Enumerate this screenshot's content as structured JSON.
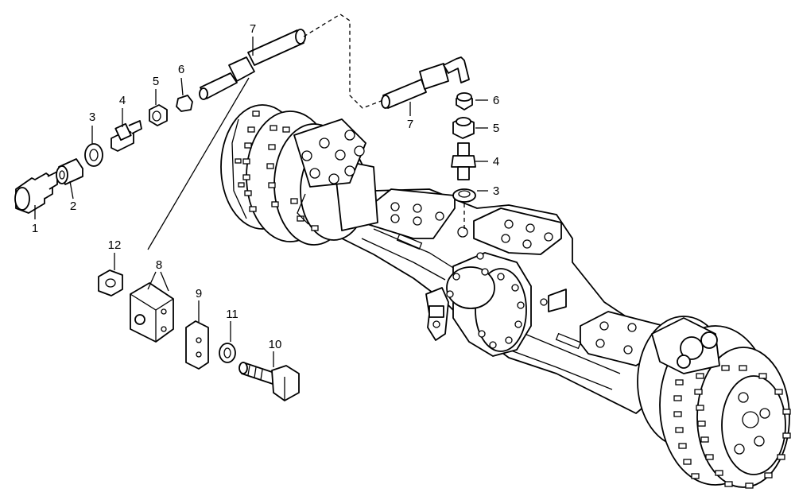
{
  "callouts": {
    "c1": "1",
    "c2": "2",
    "c3_left": "3",
    "c4_left": "4",
    "c5_left": "5",
    "c6_left": "6",
    "c7_top": "7",
    "c7_right": "7",
    "c6_right": "6",
    "c5_right": "5",
    "c4_right": "4",
    "c3_right": "3",
    "c8": "8",
    "c9": "9",
    "c10": "10",
    "c11": "11",
    "c12": "12"
  }
}
